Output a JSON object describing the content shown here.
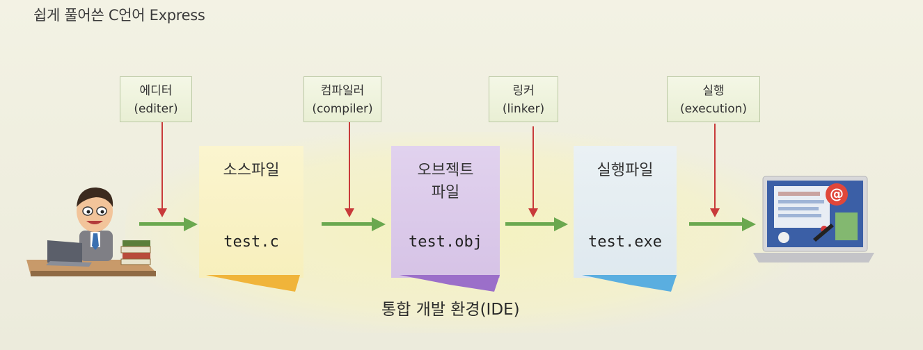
{
  "header": {
    "title": "쉽게 풀어쓴 C언어 Express"
  },
  "tools": [
    {
      "name": "에디터",
      "english": "(editer)"
    },
    {
      "name": "컴파일러",
      "english": "(compiler)"
    },
    {
      "name": "링커",
      "english": "(linker)"
    },
    {
      "name": "실행",
      "english": "(execution)"
    }
  ],
  "files": [
    {
      "title": "소스파일",
      "filename": "test.c"
    },
    {
      "title": "오브젝트\n파일",
      "title_line1": "오브젝트",
      "title_line2": "파일",
      "filename": "test.obj"
    },
    {
      "title": "실행파일",
      "filename": "test.exe"
    }
  ],
  "ide": {
    "label": "통합 개발 환경(IDE)"
  },
  "colors": {
    "red_arrow": "#c83a3a",
    "green_arrow": "#6aa84f",
    "source_file": "#fbf3c6",
    "object_file": "#dccbe8",
    "exe_file": "#e4eef4",
    "source_tab": "#f0b43a",
    "object_tab": "#9b6fc9",
    "exe_tab": "#5aaee0"
  }
}
